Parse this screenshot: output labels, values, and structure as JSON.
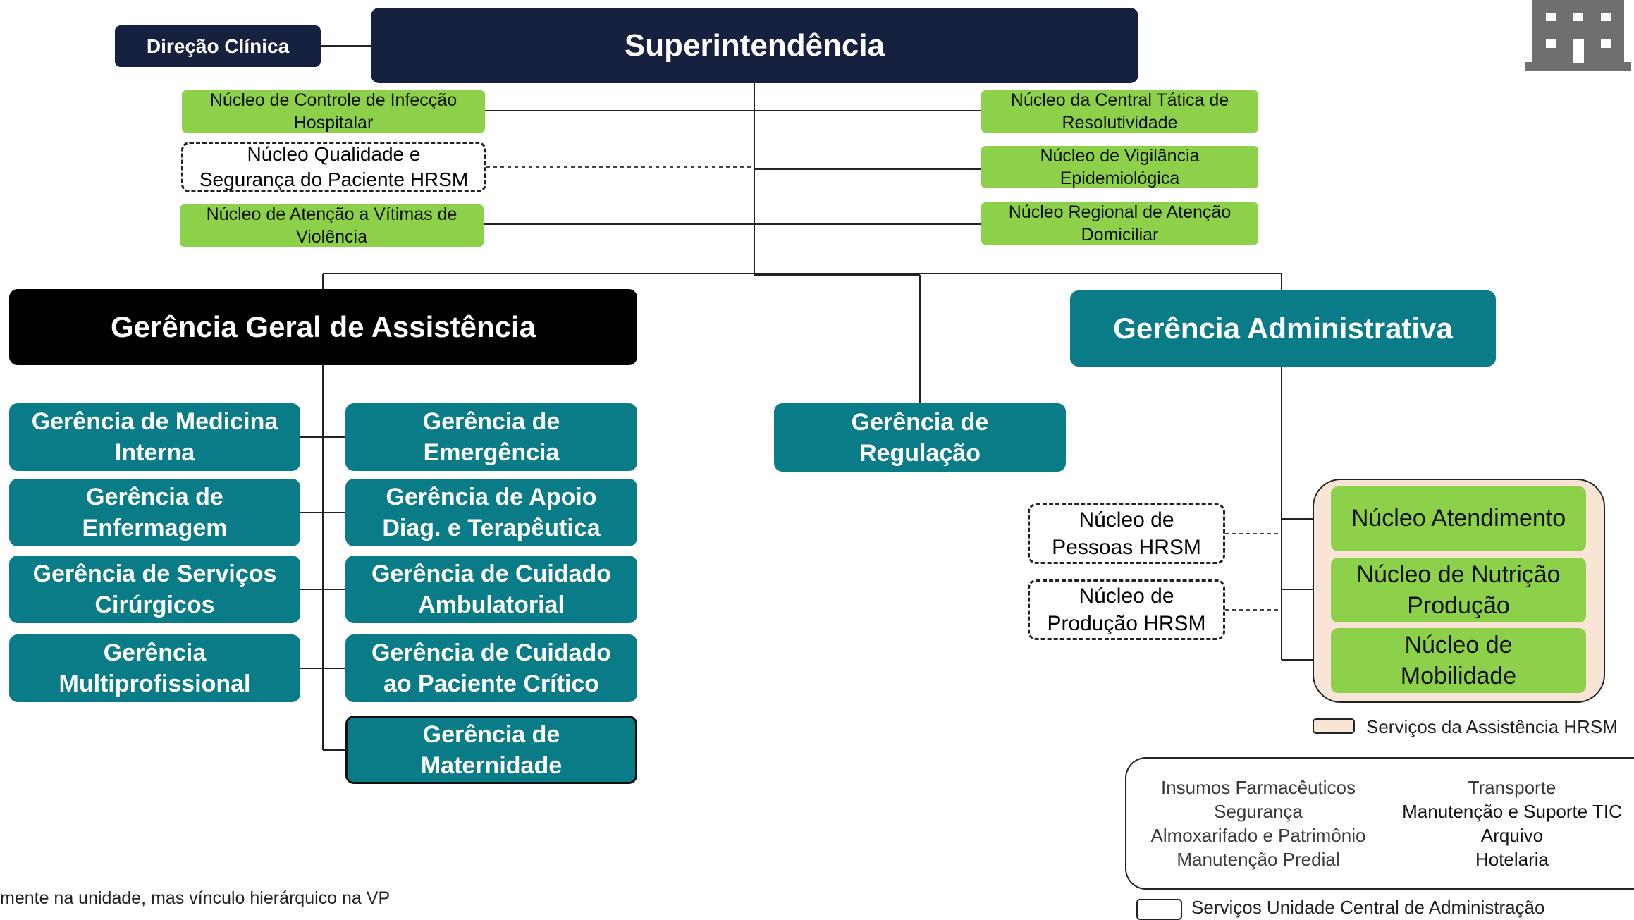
{
  "top": {
    "superintendencia": "Superintendência",
    "direcao_clinica": "Direção Clínica"
  },
  "left_nuclei": [
    "Núcleo de Controle de Infecção Hospitalar",
    "Núcleo Qualidade e Segurança do Paciente HRSM",
    "Núcleo de Atenção a Vítimas de Violência"
  ],
  "right_nuclei": [
    "Núcleo da Central Tática de Resolutividade",
    "Núcleo de Vigilância Epidemiológica",
    "Núcleo Regional de Atenção Domiciliar"
  ],
  "gerencias": {
    "geral_assistencia": "Gerência Geral de Assistência",
    "administrativa": "Gerência Administrativa",
    "regulacao": "Gerência de Regulação"
  },
  "assistencia_left": [
    "Gerência de Medicina Interna",
    "Gerência de Enfermagem",
    "Gerência de Serviços Cirúrgicos",
    "Gerência Multiprofissional"
  ],
  "assistencia_right": [
    "Gerência de Emergência",
    "Gerência de Apoio Diag. e Terapêutica",
    "Gerência de Cuidado Ambulatorial",
    "Gerência de Cuidado ao Paciente Crítico",
    "Gerência de Maternidade"
  ],
  "admin_dashed": [
    "Núcleo de Pessoas HRSM",
    "Núcleo de Produção HRSM"
  ],
  "admin_green": [
    "Núcleo Atendimento",
    "Núcleo de Nutrição Produção",
    "Núcleo de Mobilidade"
  ],
  "legend": {
    "assistencia": "Serviços da Assistência HRSM",
    "central": "Serviços Unidade Central de Administração",
    "central_left": [
      "Insumos Farmacêuticos",
      "Segurança",
      "Almoxarifado e Patrimônio",
      "Manutenção Predial"
    ],
    "central_right": [
      "Transporte",
      "Manutenção e Suporte TIC",
      "Arquivo",
      "Hotelaria"
    ]
  },
  "footnote": "mente na unidade, mas vínculo hierárquico na VP",
  "icons": {
    "corner": "building-icon"
  },
  "colors": {
    "navy": "#16213f",
    "teal": "#0a7c88",
    "green": "#8dd14a",
    "peach": "#f8e5d6",
    "black": "#000000"
  }
}
